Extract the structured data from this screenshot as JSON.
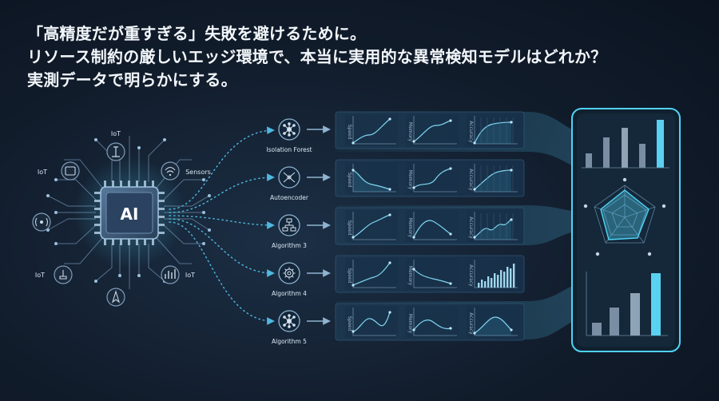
{
  "headline": [
    "「高精度だが重すぎる」失敗を避けるために。",
    "リソース制約の厳しいエッジ環境で、本当に実用的な異常検知モデルはどれか？",
    "実測データで明らかにする。"
  ],
  "chip": {
    "label": "AI"
  },
  "device_labels": {
    "top": "IoT",
    "left_top": "IoT",
    "right_top": "Sensors",
    "left_bottom": "IoT",
    "right_bottom": "IoT"
  },
  "algorithms": [
    {
      "name": "Isolation Forest",
      "icon": "network-icon"
    },
    {
      "name": "Autoencoder",
      "icon": "autoencoder-icon"
    },
    {
      "name": "Algorithm 3",
      "icon": "flowchart-icon"
    },
    {
      "name": "Algorithm 4",
      "icon": "gear-icon"
    },
    {
      "name": "Algorithm 5",
      "icon": "network-icon"
    }
  ],
  "metric_labels": [
    "Speed",
    "Memory",
    "Accuracy"
  ],
  "colors": {
    "accent": "#4fd3f5",
    "accent_dim": "#2f8fb3",
    "panel": "#1d3a52",
    "chip": "#3b5875"
  }
}
